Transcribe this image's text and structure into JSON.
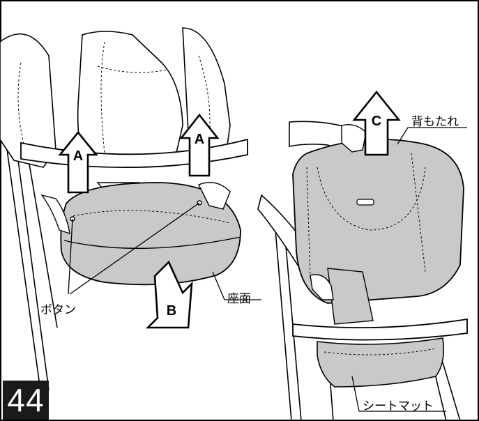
{
  "step_number": "44",
  "labels": {
    "button": "ボタン",
    "seat_surface": "座面",
    "backrest": "背もたれ",
    "seat_mat": "シートマット"
  },
  "arrows": {
    "a_left": "A",
    "a_right": "A",
    "b": "B",
    "c": "C"
  },
  "colors": {
    "fabric_gray": "#c9c9c9",
    "line": "#000000",
    "badge_bg": "#1a1a1a"
  }
}
